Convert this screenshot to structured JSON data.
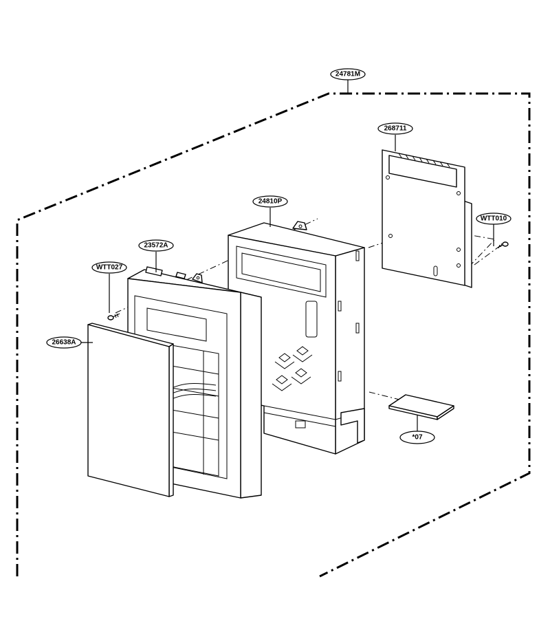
{
  "parts": {
    "assembly": "24781M",
    "pcb": "268711",
    "pcb_screw": "WTT010",
    "frame": "24810P",
    "panel": "23572A",
    "panel_screw": "WTT027",
    "membrane": "26638A",
    "cable": "*07"
  }
}
